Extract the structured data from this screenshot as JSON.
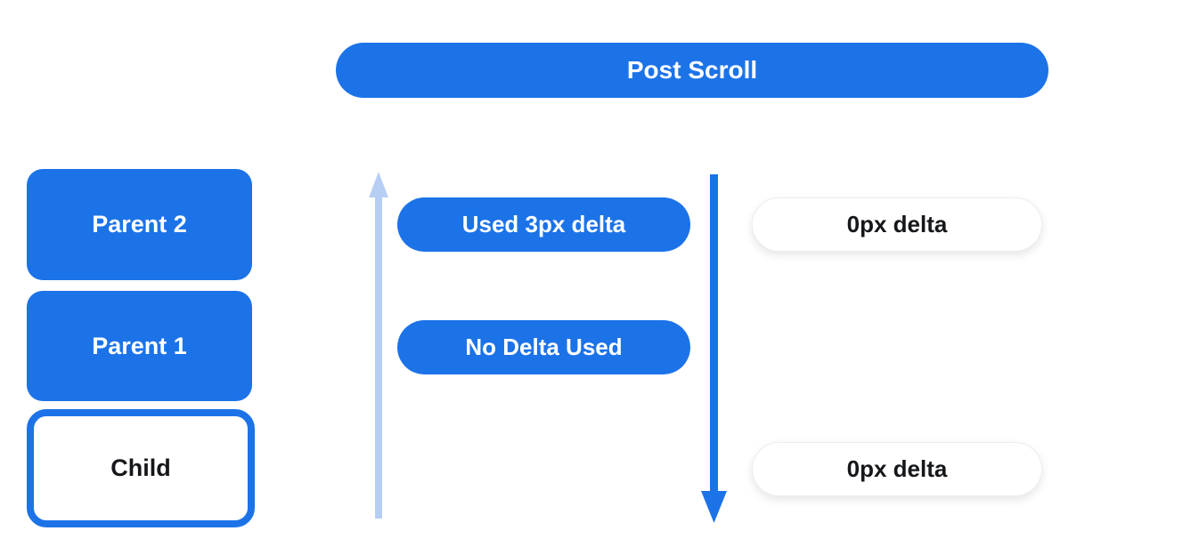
{
  "diagram": {
    "title": "Post Scroll",
    "nodes": [
      {
        "label": "Parent 2",
        "variant": "filled"
      },
      {
        "label": "Parent 1",
        "variant": "filled"
      },
      {
        "label": "Child",
        "variant": "outlined"
      }
    ],
    "delta_pills": [
      {
        "label": "Used 3px delta"
      },
      {
        "label": "No Delta Used"
      }
    ],
    "result_pills": [
      {
        "label": "0px delta"
      },
      {
        "label": "0px delta"
      }
    ],
    "icons": {
      "up_arrow": "scroll-up-arrow-icon",
      "down_arrow": "scroll-down-arrow-icon"
    },
    "colors": {
      "primary_blue": "#1C73E8",
      "light_blue": "#B7CEF4",
      "pill_text_light": "#FFFFFF",
      "pill_text_dark": "#15171A",
      "background": "#FFFFFF"
    }
  }
}
